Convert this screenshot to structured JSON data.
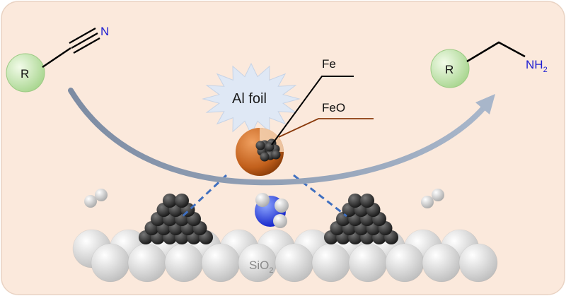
{
  "labels": {
    "nitrile_r": "R",
    "nitrile_n": "N",
    "amine_r": "R",
    "amine_nh": "NH",
    "amine_sub": "2",
    "al_foil": "Al foil",
    "fe": "Fe",
    "feo": "FeO",
    "support_main": "SiO",
    "support_sub": "2"
  },
  "colors": {
    "background": "#fbe9dc",
    "r_group": "#c8e6b4",
    "nitrogen": "#1e1ed2",
    "arrow": "#9aa9bd",
    "al_foil_burst": "#dfe8f5",
    "feo_shell": "#c8671f",
    "fe_core": "#505560",
    "ammonia_n": "#1e3cf0",
    "hydrogen": "#e8e8e8",
    "support": "#d9d9d9",
    "fe_clusters": "#2e2e2e",
    "bridge_dash": "#3f6fc0"
  },
  "icons": [
    "nitrile-molecule",
    "amine-molecule",
    "al-foil-burst",
    "core-shell-particle",
    "ammonia-molecule",
    "hydrogen-molecule",
    "fe-cluster",
    "sio2-support"
  ]
}
